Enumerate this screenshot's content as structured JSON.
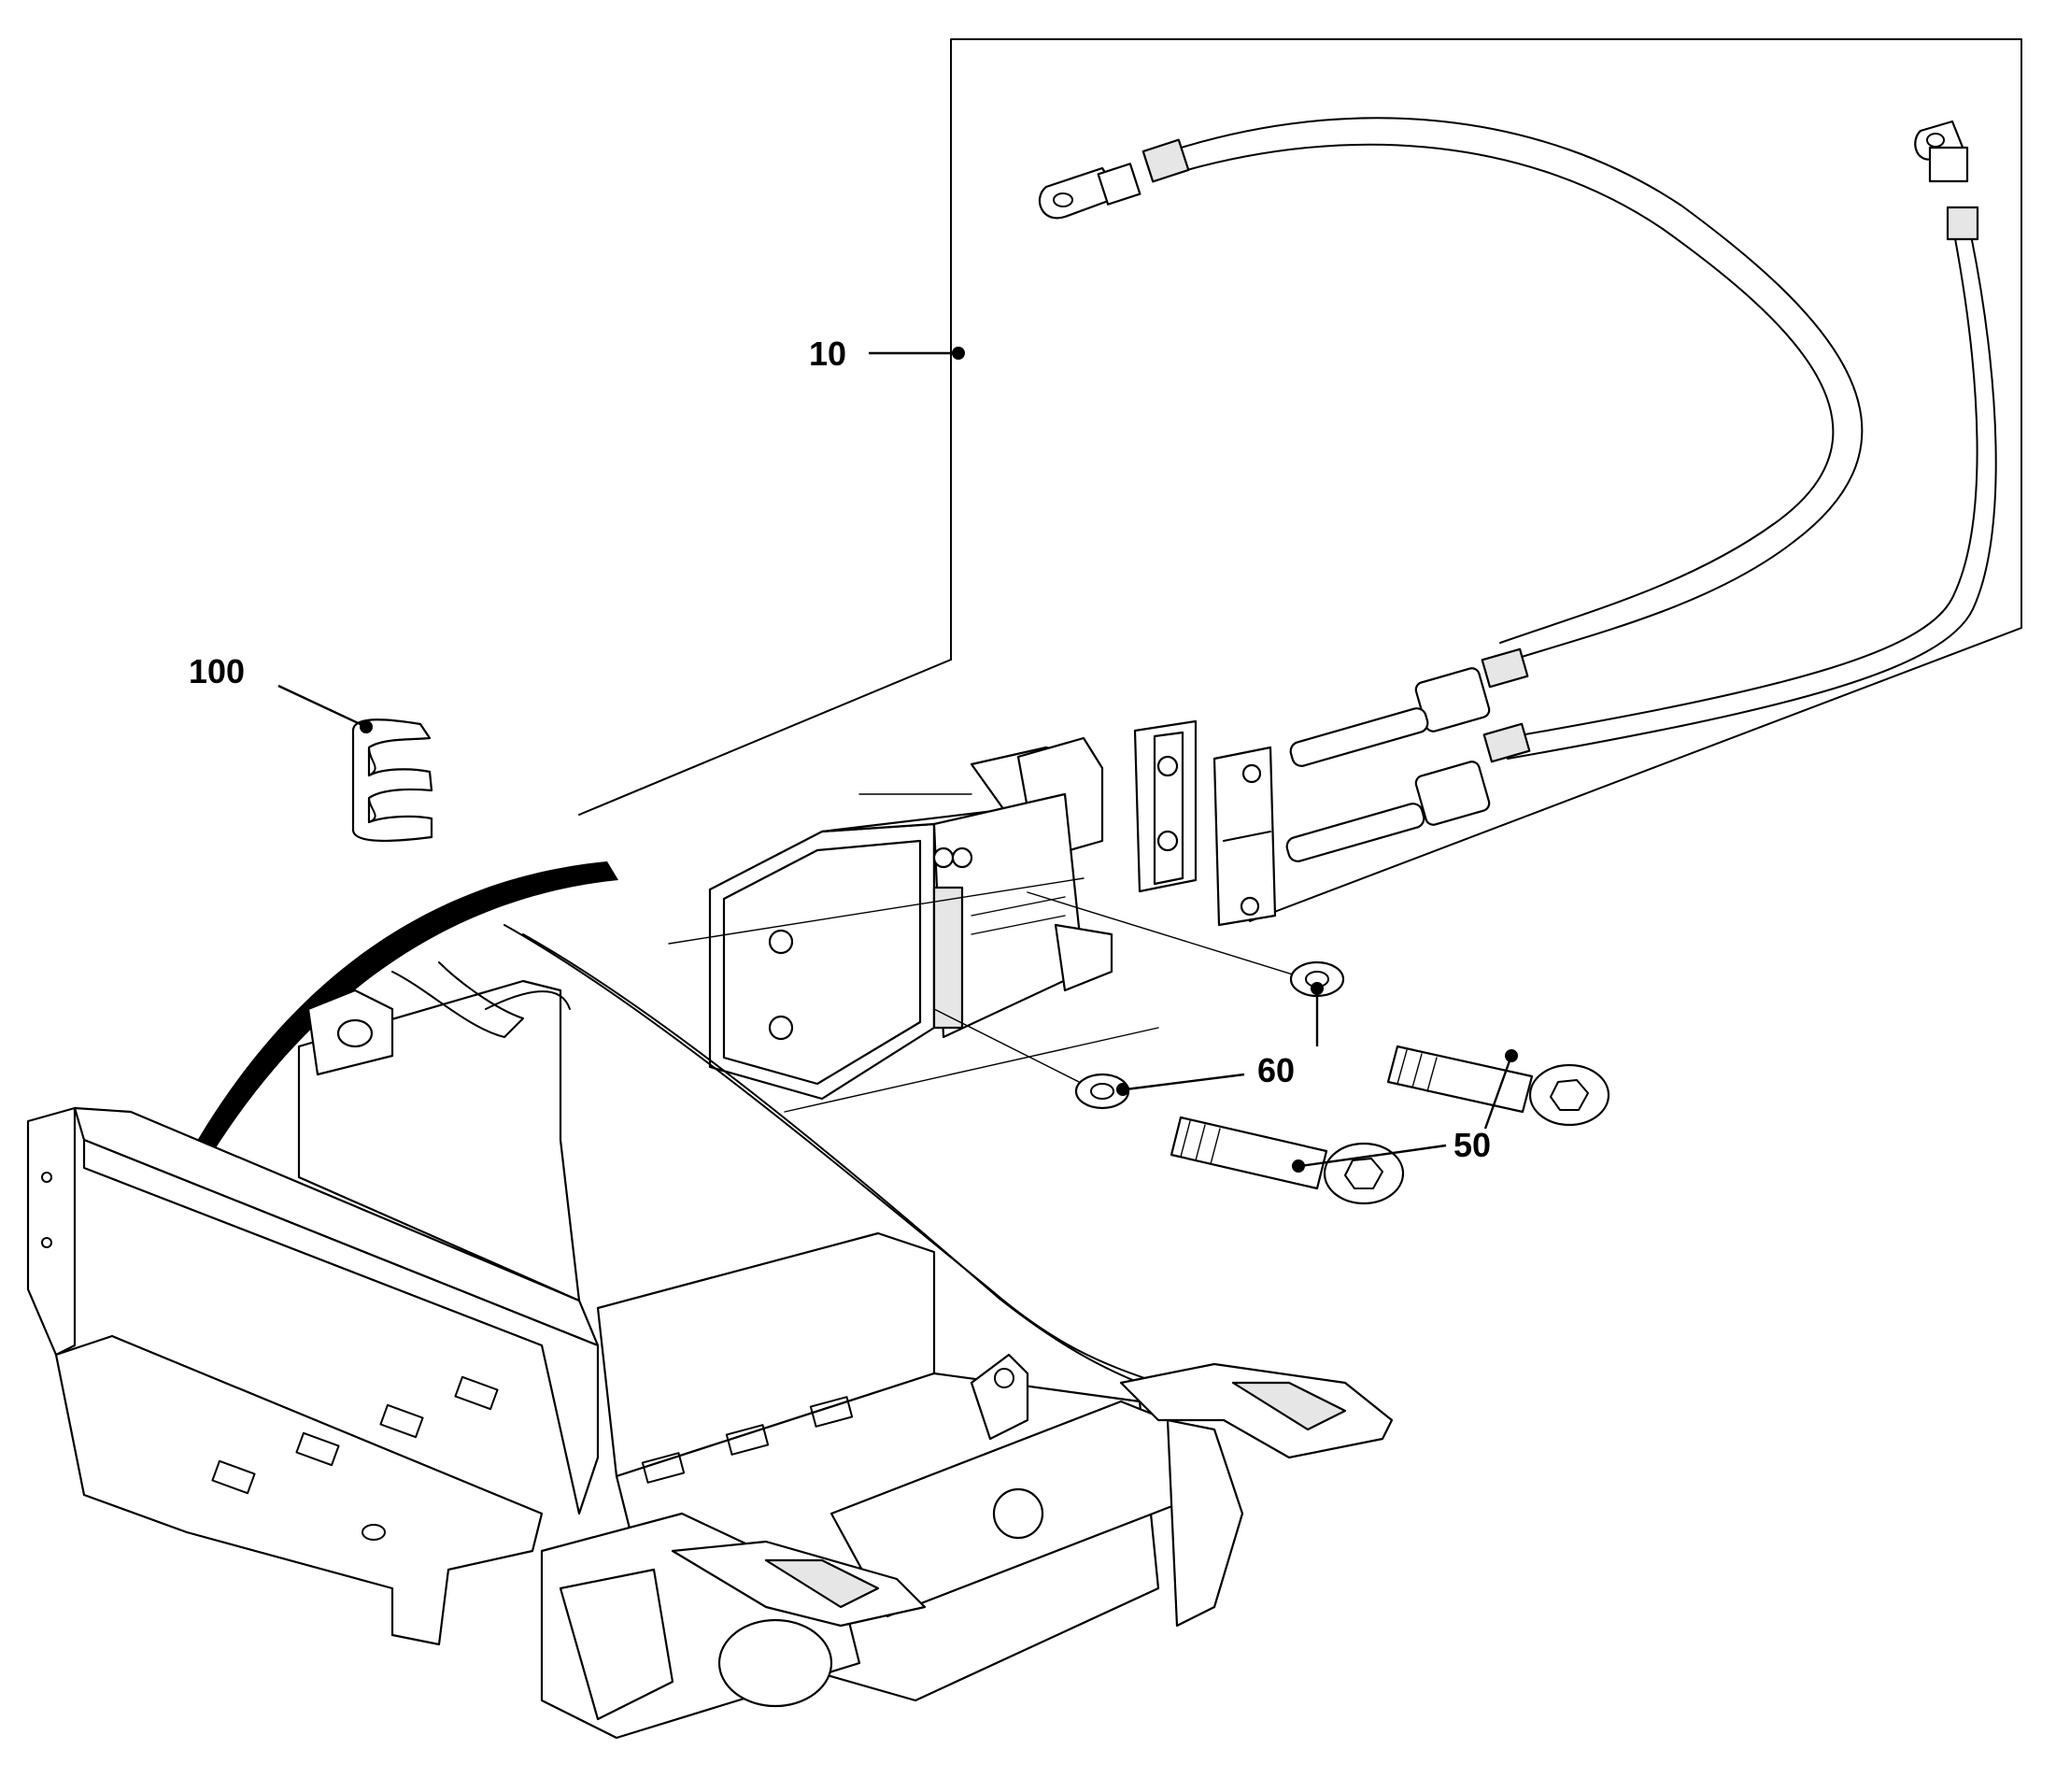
{
  "callouts": {
    "c10": "10",
    "c100": "100",
    "c60": "60",
    "c50": "50"
  },
  "colors": {
    "line": "#000000",
    "background": "#ffffff",
    "shade": "#e6e6e6"
  }
}
